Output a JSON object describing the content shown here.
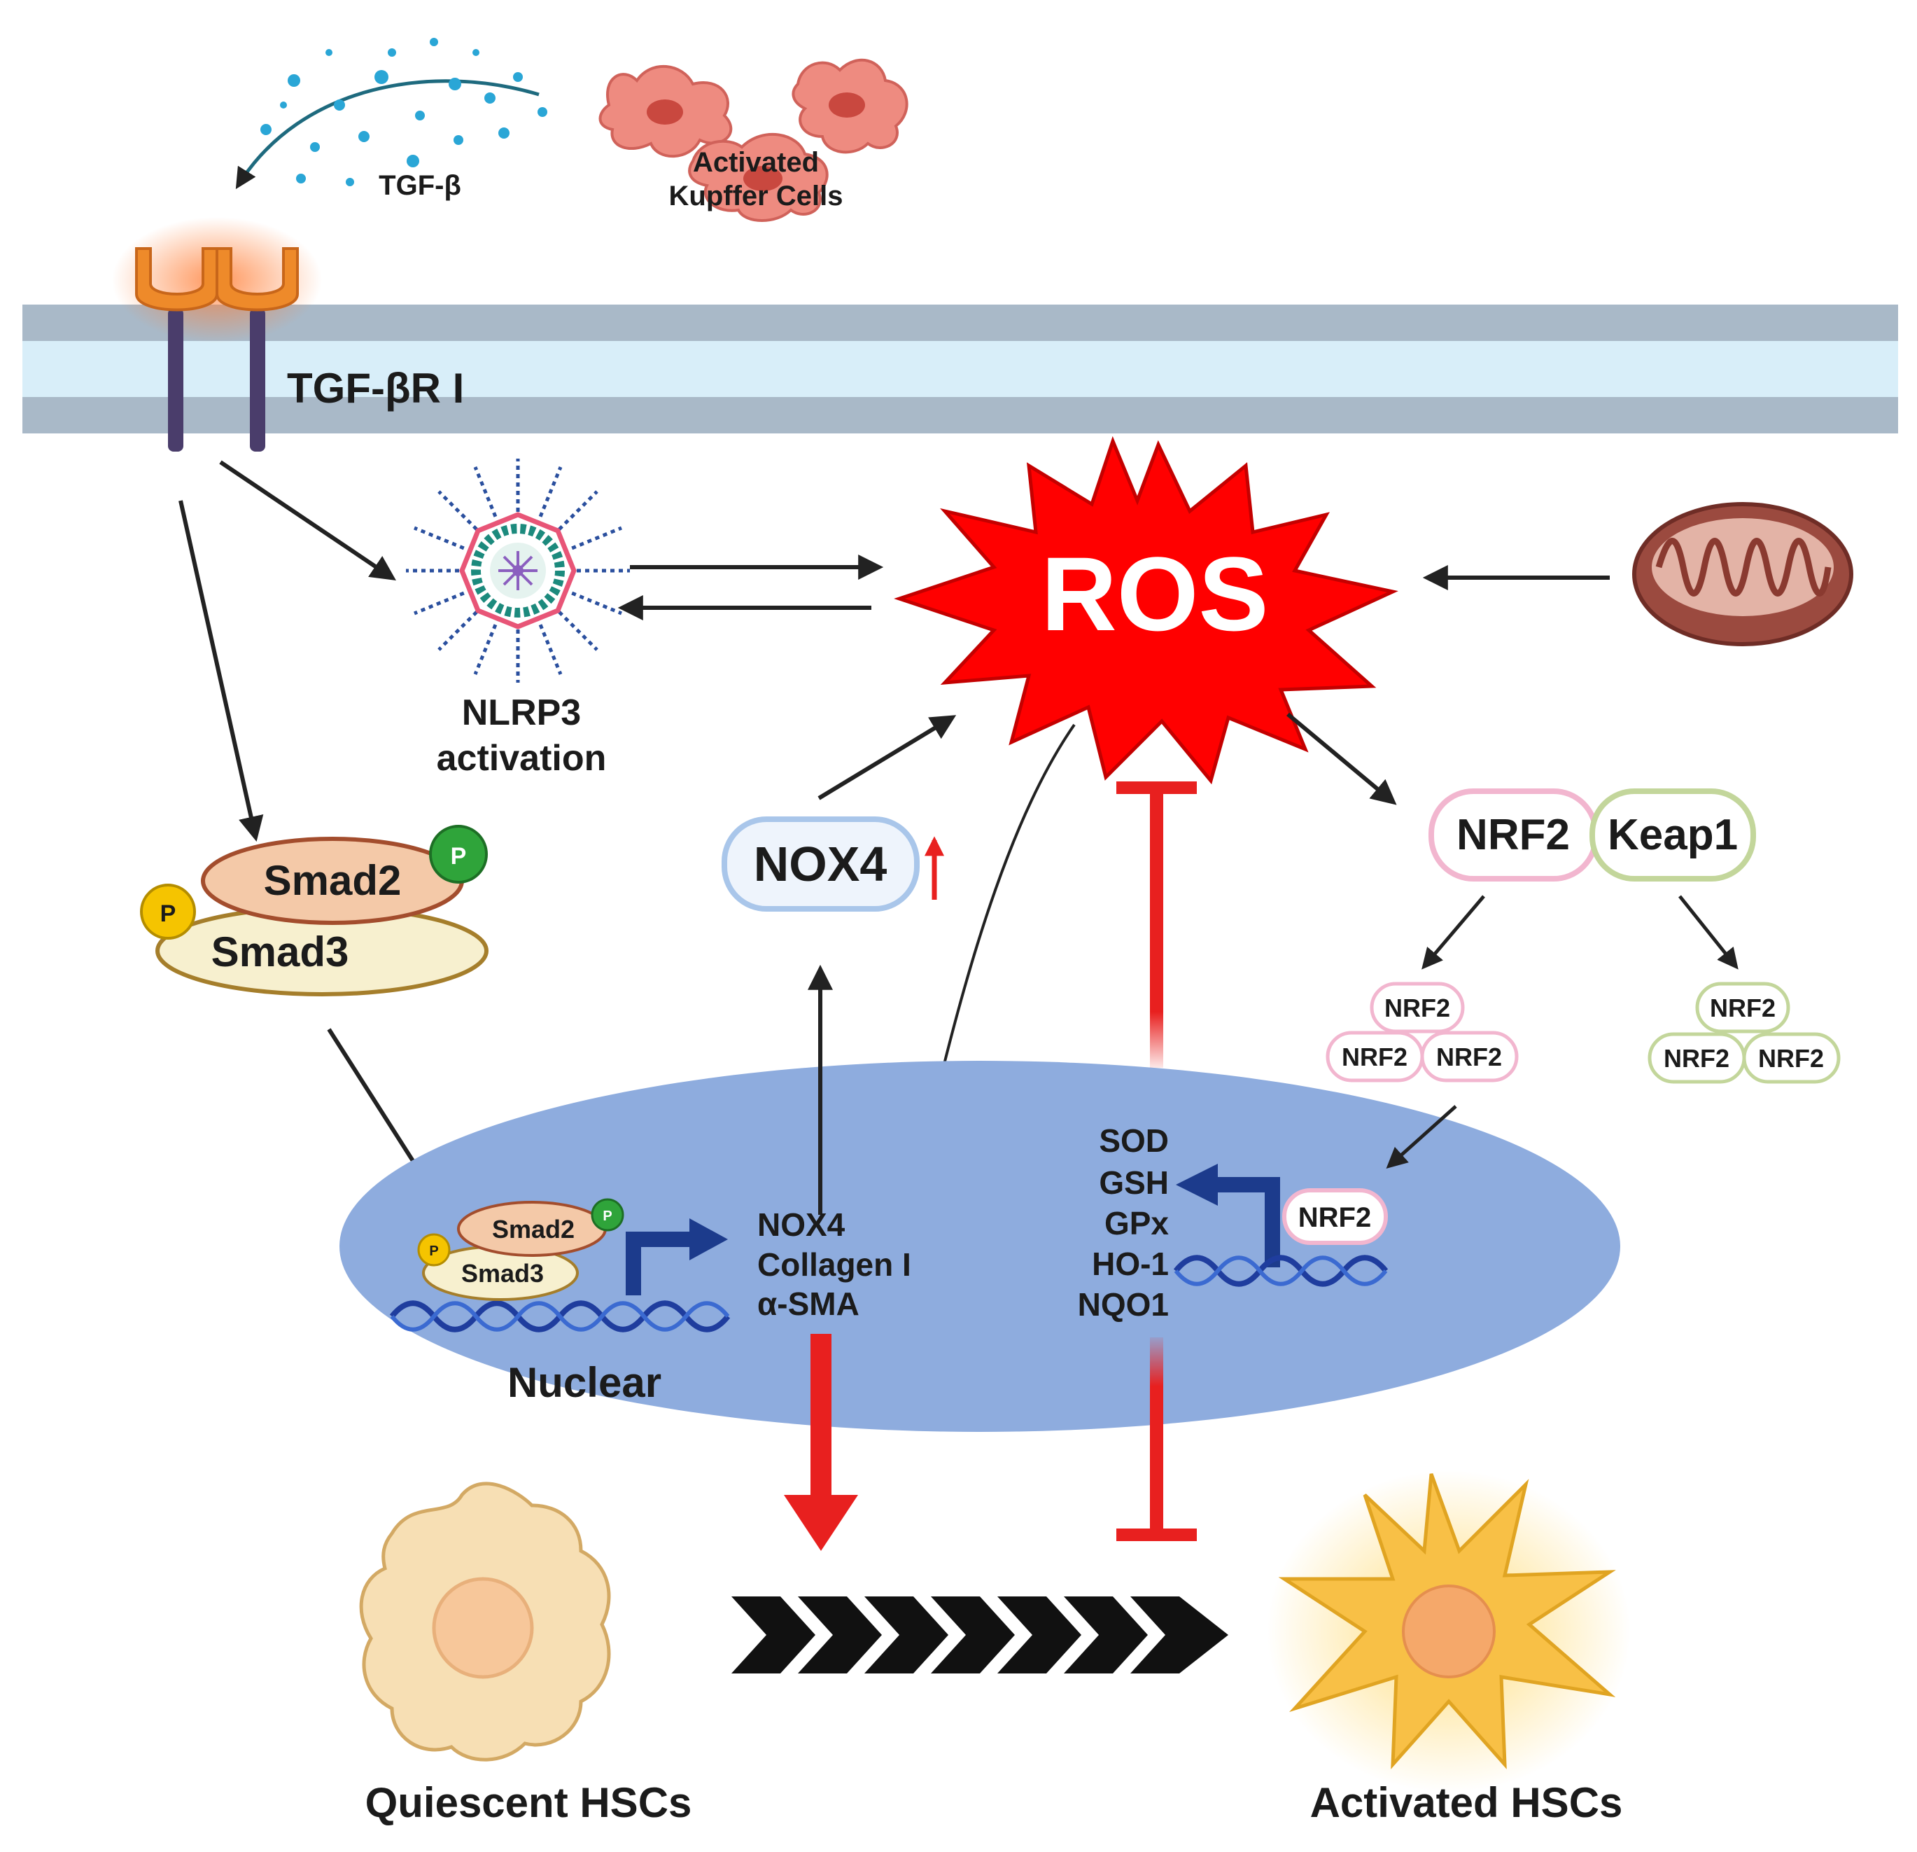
{
  "labels": {
    "tgf_beta": "TGF-β",
    "activated_kupffer_line1": "Activated",
    "activated_kupffer_line2": "Kupffer Cells",
    "tgf_beta_receptor": "TGF-βR I",
    "nlrp3_line1": "NLRP3",
    "nlrp3_line2": "activation",
    "ros": "ROS",
    "nox4_box": "NOX4",
    "smad2": "Smad2",
    "smad3": "Smad3",
    "phospho": "P",
    "nrf2": "NRF2",
    "keap1": "Keap1",
    "nuclear_genes": [
      "NOX4",
      "Collagen I",
      "α-SMA"
    ],
    "antioxidant_genes": [
      "SOD",
      "GSH",
      "GPx",
      "HO-1",
      "NQO1"
    ],
    "nuclear_nrf2": "NRF2",
    "nuclear": "Nuclear",
    "quiescent_hscs": "Quiescent HSCs",
    "activated_hscs": "Activated HSCs"
  },
  "colors": {
    "ros_red": "#ff0000",
    "inhibit_red": "#e8201f",
    "membrane_outer": "#a9b9c8",
    "membrane_inner": "#d8eef9",
    "nucleus": "#8eacde",
    "receptor_orange": "#ee8a2a",
    "receptor_stem": "#4a3d6b",
    "smad2_fill": "#f4c9a8",
    "smad3_fill": "#f7f0cf",
    "phospho_green": "#2fa43a",
    "phospho_yellow": "#f5c400",
    "nrf2_border": "#f2b6cf",
    "keap1_border": "#c3d69b",
    "nox4_border": "#a9c6ea",
    "dna_blue": "#1f3d9e",
    "promoter_arrow": "#1c3b8c",
    "quiescent_cell": "#f7dfb4",
    "activated_cell": "#f8c046"
  },
  "icons": [
    "tgf-beta-particles-icon",
    "kupffer-cell-icon",
    "receptor-icon",
    "inflammasome-icon",
    "mitochondrion-icon",
    "dna-icon",
    "promoter-arrow-icon",
    "chevron-icon"
  ]
}
